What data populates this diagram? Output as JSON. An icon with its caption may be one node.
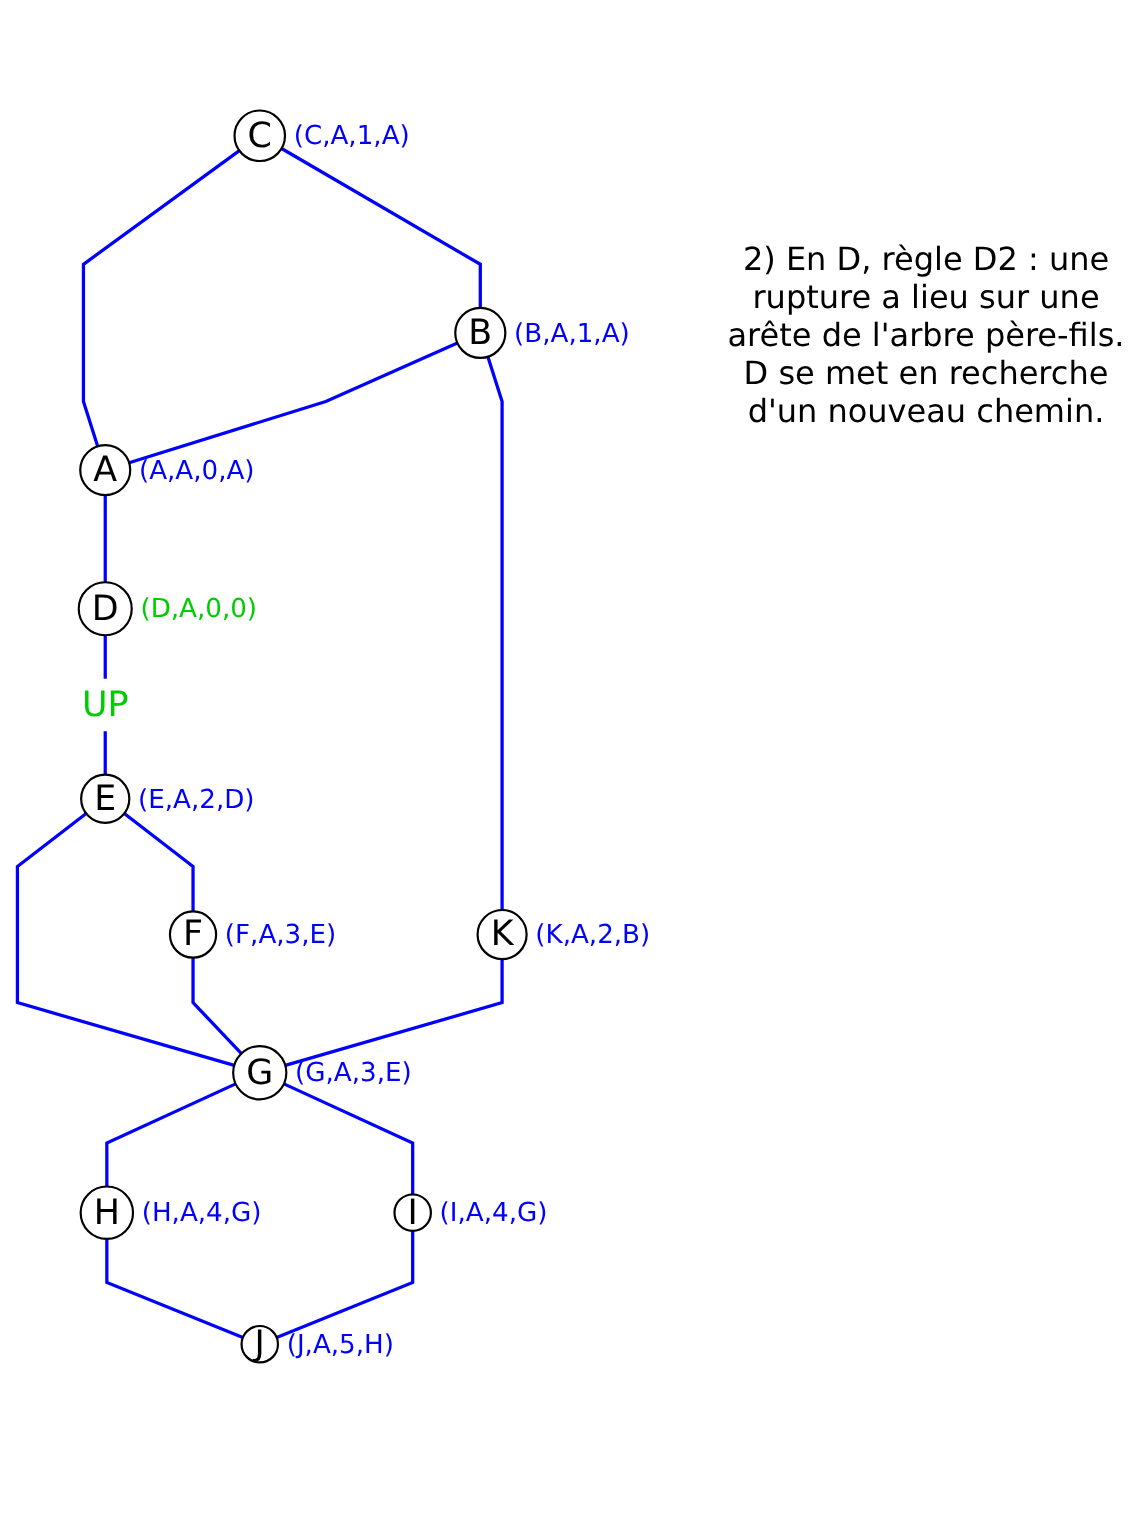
{
  "diagram": {
    "nodes": [
      {
        "text": [
          "C"
        ],
        "beside": [
          "(C,A,1,A)"
        ]
      },
      {
        "text": [
          "B"
        ],
        "beside": [
          "(B,A,1,A)"
        ]
      },
      {
        "text": [
          "A"
        ],
        "beside": [
          "(A,A,0,A)"
        ]
      },
      {
        "text": [
          "D"
        ],
        "beside": [
          "(D,A,0,0)"
        ]
      },
      {
        "text": [
          "K"
        ],
        "beside": [
          "(K,A,2,B)"
        ]
      },
      {
        "text": [
          "E"
        ],
        "beside": [
          "(E,A,2,D)"
        ]
      },
      {
        "text": [
          "F"
        ],
        "beside": [
          "(F,A,3,E)"
        ]
      },
      {
        "text": [
          "G"
        ],
        "beside": [
          "(G,A,3,E)"
        ]
      },
      {
        "text": [
          "H"
        ],
        "beside": [
          "(H,A,4,G)"
        ]
      },
      {
        "text": [
          "I"
        ],
        "beside": [
          "(I,A,4,G)"
        ]
      },
      {
        "text": [
          "J"
        ],
        "beside": [
          "(J,A,5,H)"
        ]
      }
    ],
    "edges": [
      {
        "from": 0,
        "to": 1,
        "arrow": "none"
      },
      {
        "from": 0,
        "to": 2,
        "arrow": "none"
      },
      {
        "from": 1,
        "to": 2,
        "arrow": "none"
      },
      {
        "from": 1,
        "to": 4,
        "arrow": "none"
      },
      {
        "from": 2,
        "to": 3,
        "arrow": "none"
      },
      {
        "from": 3,
        "to": 5,
        "arrow": "none",
        "label": "UP"
      },
      {
        "from": 5,
        "to": 6,
        "arrow": "none"
      },
      {
        "from": 5,
        "to": 7,
        "arrow": "none"
      },
      {
        "from": 6,
        "to": 7,
        "arrow": "none"
      },
      {
        "from": 4,
        "to": 7,
        "arrow": "none"
      },
      {
        "from": 7,
        "to": 8,
        "arrow": "none"
      },
      {
        "from": 7,
        "to": 9,
        "arrow": "none"
      },
      {
        "from": 8,
        "to": 10,
        "arrow": "none"
      },
      {
        "from": 9,
        "to": 10,
        "arrow": "none"
      }
    ],
    "labels": [
      "2) En D, règle D2 : une rupture a lieu sur une arête de l'arbre père-fils. D se met en recherche d'un nouveau chemin."
    ]
  }
}
